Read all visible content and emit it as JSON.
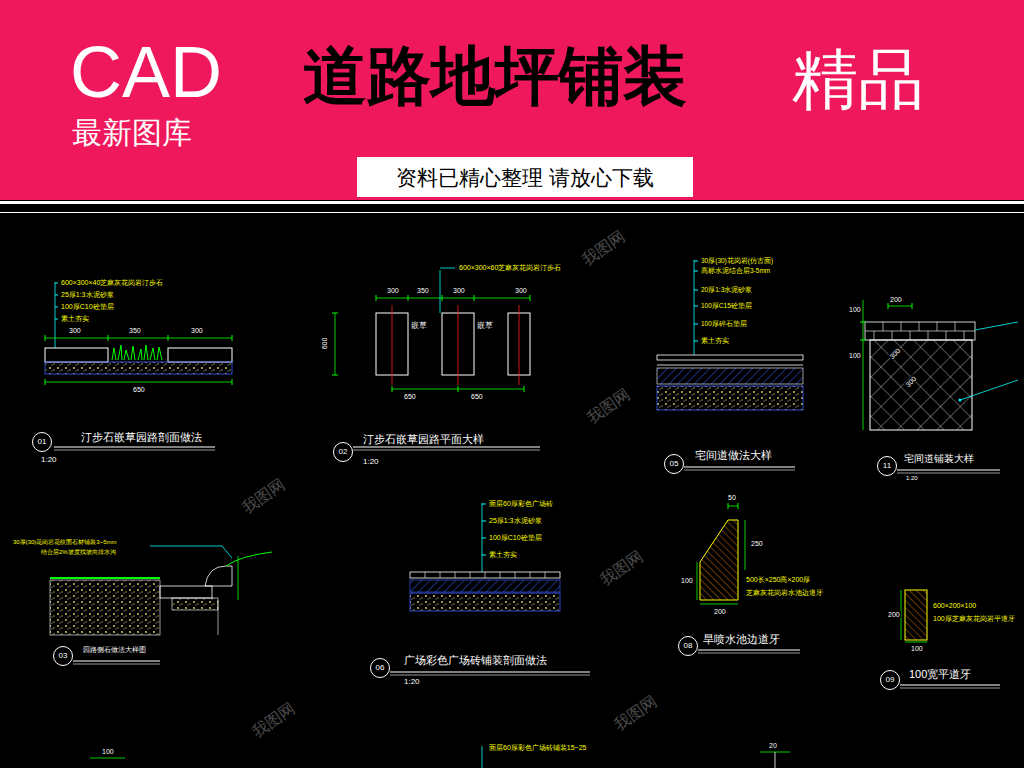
{
  "diagram": {
    "title": "道路地坪铺装",
    "nodes": [
      {
        "text": [
          "资料已精心整理  请放心下载"
        ]
      },
      {
        "text": [
          "01"
        ]
      },
      {
        "text": [
          "02"
        ]
      },
      {
        "text": [
          "05"
        ]
      },
      {
        "text": [
          "11"
        ]
      },
      {
        "text": [
          "03"
        ]
      },
      {
        "text": [
          "06"
        ]
      },
      {
        "text": [
          "08"
        ]
      },
      {
        "text": [
          "09"
        ]
      }
    ],
    "labels": [
      "CAD",
      "最新图库",
      "精品",
      "600×300×40芝麻灰花岗岩汀步石",
      "25厚1:3水泥砂浆",
      "100厚C10砼垫层",
      "素土夯实",
      "300",
      "350",
      "300",
      "650",
      "汀步石嵌草园路剖面做法",
      "1:20",
      "600×300×60芝麻灰花岗岩汀步石",
      "300",
      "350",
      "300",
      "300",
      "600",
      "嵌草",
      "嵌草",
      "650",
      "650",
      "汀步石嵌草园路平面大样",
      "1:20",
      "30厚(30)花岗岩(仿古面)",
      "高标水泥结合层3-5mm",
      "20厚1:3水泥砂浆",
      "100厚C15砼垫层",
      "100厚碎石垫层",
      "素土夯实",
      "宅间道做法大样",
      "200",
      "100",
      "100",
      "300",
      "300",
      "宅间道铺装大样",
      "1:20",
      "30厚(30)花岗岩花纹面石材铺装3~5mm",
      "结合层2%坡度找坡向排水沟",
      "园路侧石做法大样图",
      "面层60厚彩色广场砖",
      "25厚1:3水泥砂浆",
      "100厚C10砼垫层",
      "素土夯实",
      "广场彩色广场砖铺装剖面做法",
      "1:20",
      "50",
      "250",
      "100",
      "200",
      "500长×250高×200厚",
      "芝麻灰花岗岩水池边道牙",
      "旱喷水池边道牙",
      "200",
      "100",
      "600×200×100",
      "100厚芝麻灰花岗岩平道牙",
      "100宽平道牙",
      "100",
      "面层60厚彩色广场砖铺装15~25",
      "20",
      "我图网",
      "我图网",
      "我图网",
      "我图网",
      "我图网",
      "我图网"
    ]
  }
}
